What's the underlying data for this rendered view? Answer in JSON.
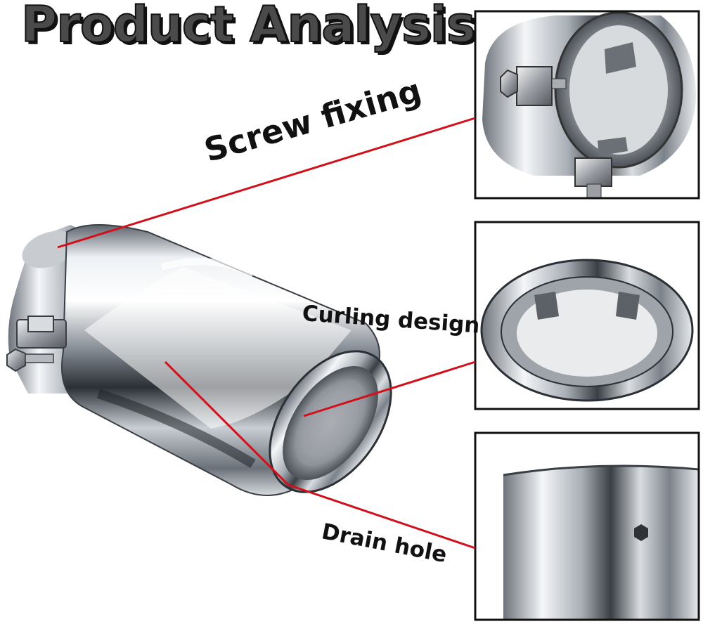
{
  "title": "Product Analysis",
  "callouts": {
    "screw": "Screw fixing",
    "curl": "Curling design",
    "drain": "Drain hole"
  },
  "colors": {
    "leader_line": "#d0101a",
    "frame_border": "#111111",
    "title_fill": "#4a4a4a",
    "title_outline": "#111111"
  },
  "images": [
    {
      "name": "exhaust-tip-main",
      "depicts": "chrome exhaust tip"
    },
    {
      "name": "detail-screw-fixing",
      "depicts": "screw clamp close-up"
    },
    {
      "name": "detail-curling-design",
      "depicts": "rolled outlet rim close-up"
    },
    {
      "name": "detail-drain-hole",
      "depicts": "small drain hole close-up"
    }
  ]
}
